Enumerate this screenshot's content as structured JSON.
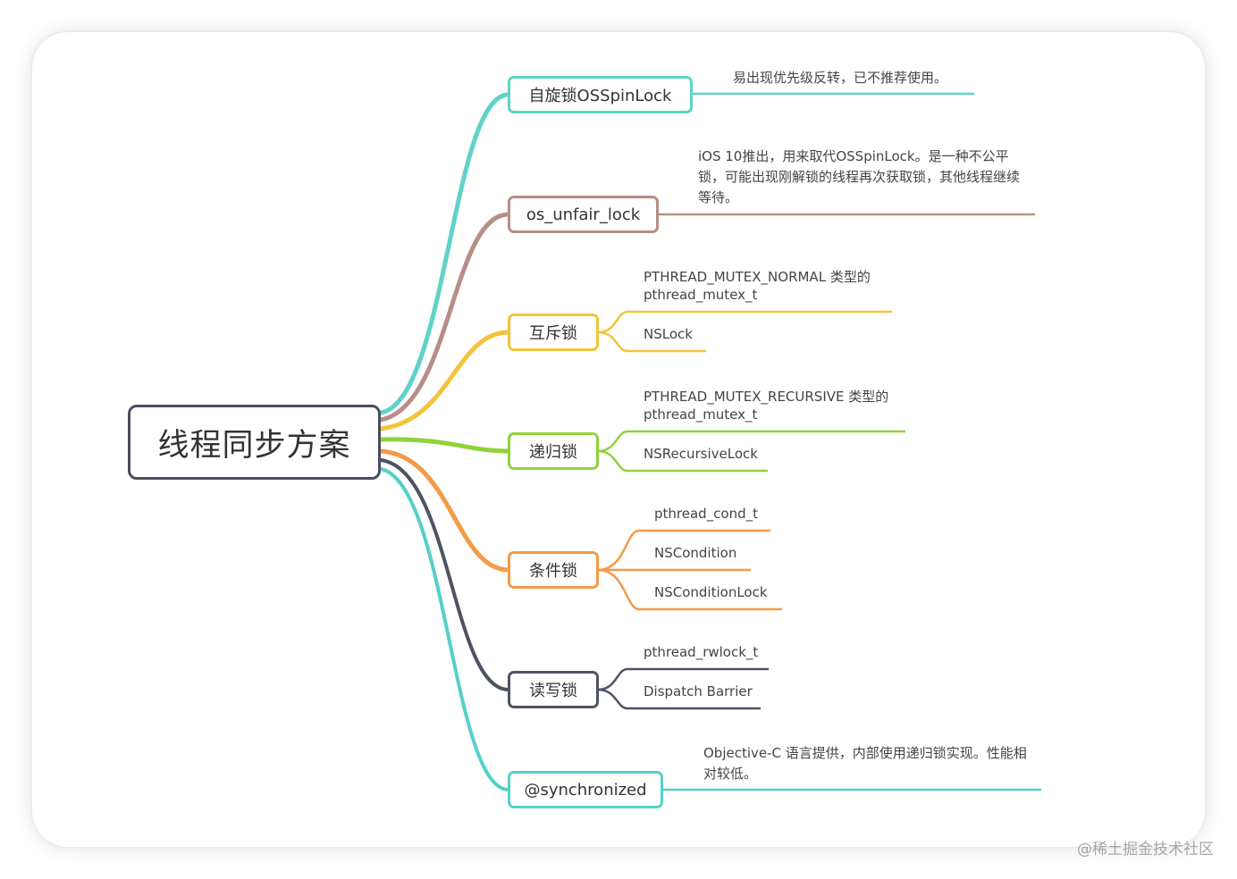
{
  "root": {
    "label": "线程同步方案"
  },
  "colors": {
    "root_border": "#4a4d5e",
    "spin": "#5fd3c8",
    "unfair": "#b78e86",
    "mutex": "#f3c43a",
    "recursive": "#8fd33a",
    "cond": "#f59a47",
    "rw": "#4e5365",
    "sync": "#55d0c9"
  },
  "branches": {
    "spin": {
      "label": "自旋锁OSSpinLock",
      "note": "易出现优先级反转，已不推荐使用。"
    },
    "unfair": {
      "label": "os_unfair_lock",
      "note": "iOS 10推出，用来取代OSSpinLock。是一种不公平锁，可能出现刚解锁的线程再次获取锁，其他线程继续等待。"
    },
    "mutex": {
      "label": "互斥锁",
      "leaves": [
        "PTHREAD_MUTEX_NORMAL 类型的",
        "pthread_mutex_t",
        "NSLock"
      ]
    },
    "recursive": {
      "label": "递归锁",
      "leaves": [
        "PTHREAD_MUTEX_RECURSIVE 类型的",
        "pthread_mutex_t",
        "NSRecursiveLock"
      ]
    },
    "cond": {
      "label": "条件锁",
      "leaves": [
        "pthread_cond_t",
        "NSCondition",
        "NSConditionLock"
      ]
    },
    "rw": {
      "label": "读写锁",
      "leaves": [
        "pthread_rwlock_t",
        "Dispatch Barrier"
      ]
    },
    "sync": {
      "label": "@synchronized",
      "note": "Objective-C 语言提供，内部使用递归锁实现。性能相对较低。"
    }
  },
  "watermark": "@稀土掘金技术社区"
}
